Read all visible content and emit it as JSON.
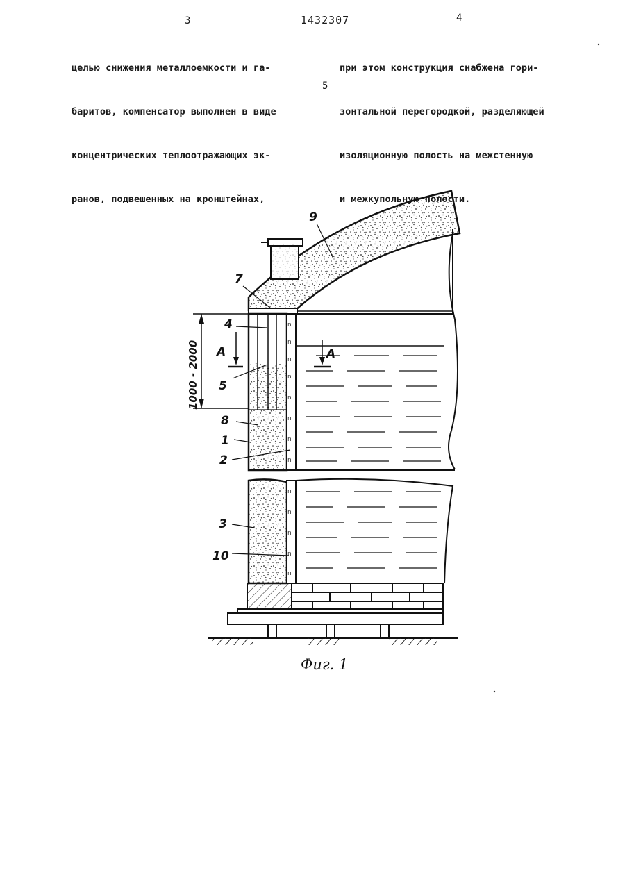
{
  "header": {
    "left_page_number": "3",
    "patent_number": "1432307",
    "right_page_number": "4"
  },
  "left_column": {
    "lines": [
      "целью снижения металлоемкости и га-",
      "баритов, компенсатор выполнен в виде",
      "концентрических теплоотражающих эк-",
      "ранов, подвешенных на кронштейнах,"
    ]
  },
  "margin_line_number": "5",
  "right_column": {
    "lines": [
      "при этом конструкция снабжена гори-",
      "зонтальной перегородкой, разделяющей",
      "изоляционную полость на межстенную",
      "и межкупольную полости."
    ]
  },
  "figure": {
    "caption": "Фиг. 1",
    "dimension_label": "1000 - 2000",
    "section_marks": [
      "А",
      "А"
    ],
    "part_labels": [
      "9",
      "7",
      "4",
      "5",
      "8",
      "1",
      "2",
      "3",
      "10"
    ]
  }
}
